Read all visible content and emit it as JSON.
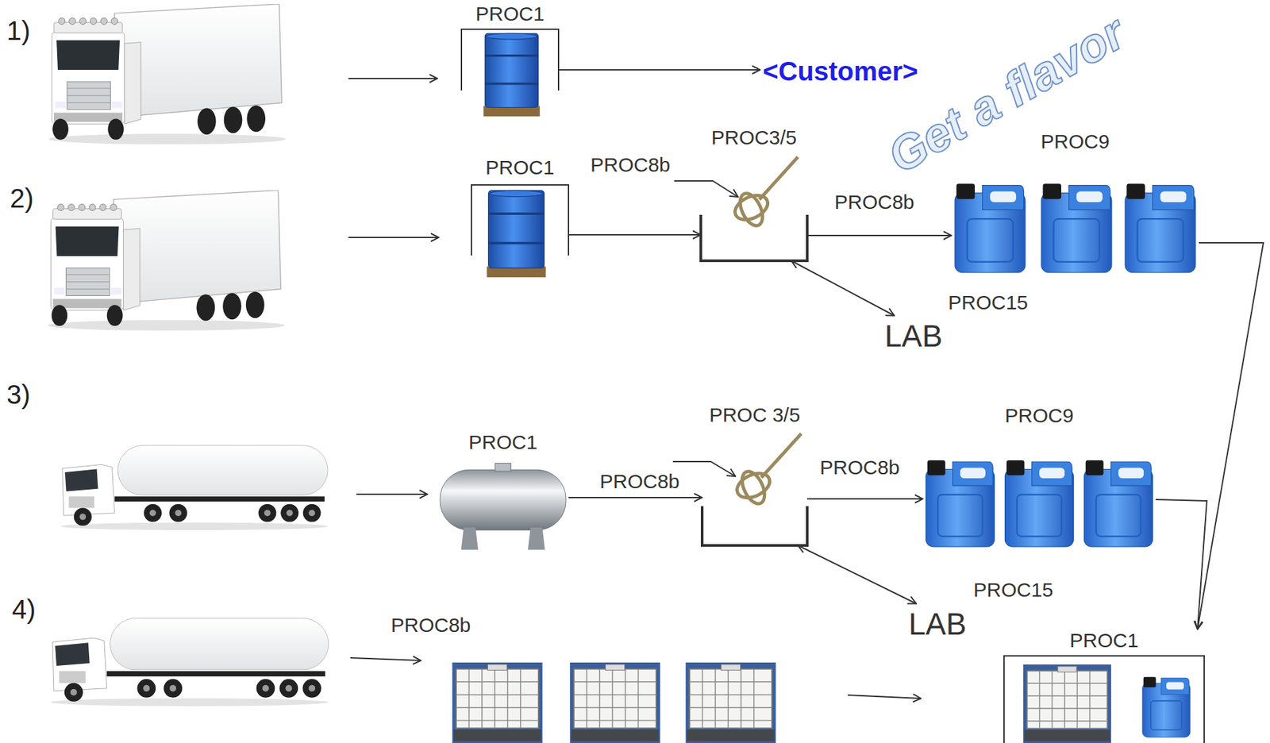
{
  "diagram": {
    "nodes": [
      {
        "text": [
          "PROC1"
        ]
      },
      {
        "text": [
          "<Customer>"
        ]
      },
      {
        "text": [
          "PROC1"
        ]
      },
      {
        "text": [
          "PROC3/5"
        ]
      },
      {
        "text": [
          "PROC9"
        ]
      },
      {
        "text": [
          "LAB"
        ]
      },
      {
        "text": [
          "PROC1"
        ]
      },
      {
        "text": [
          "PROC 3/5"
        ]
      },
      {
        "text": [
          "PROC9"
        ]
      },
      {
        "text": [
          "LAB"
        ]
      },
      {
        "text": [
          "PROC1"
        ]
      }
    ],
    "edges": [
      {
        "from": 0,
        "to": 1,
        "arrow": "to"
      },
      {
        "from": 2,
        "to": 3,
        "arrow": "to"
      },
      {
        "from": 3,
        "to": 4,
        "arrow": "to",
        "label": "PROC8b"
      },
      {
        "from": 3,
        "to": 5,
        "arrow": "both",
        "label": "PROC15"
      },
      {
        "from": 4,
        "to": 10,
        "arrow": "to"
      },
      {
        "from": 6,
        "to": 7,
        "arrow": "to",
        "label": "PROC8b"
      },
      {
        "from": 7,
        "to": 8,
        "arrow": "to",
        "label": "PROC8b"
      },
      {
        "from": 7,
        "to": 9,
        "arrow": "both",
        "label": "PROC15"
      },
      {
        "from": 8,
        "to": 10,
        "arrow": "to"
      }
    ],
    "labels": [
      "1)",
      "Get a flavor",
      "2)",
      "PROC8b",
      "3)",
      "4)",
      "PROC8b"
    ]
  }
}
